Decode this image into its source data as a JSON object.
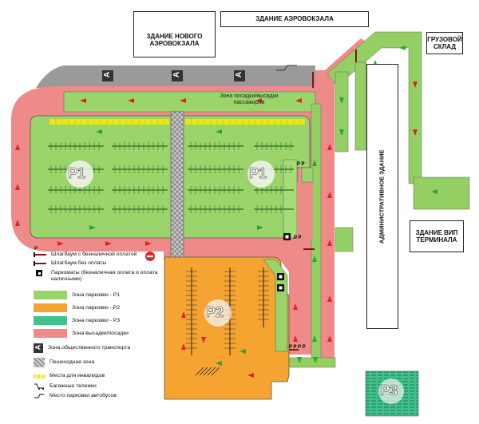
{
  "buildings": {
    "terminal": "ЗДАНИЕ АЭРОВОКЗАЛА",
    "new_terminal": "ЗДАНИЕ НОВОГО АЭРОВОКЗАЛА",
    "cargo": "ГРУЗОВОЙ СКЛАД",
    "admin": "АДМИНИСТРАТИВНОЕ ЗДАНИЕ",
    "vip": "ЗДАНИЕ ВИП ТЕРМИНАЛА"
  },
  "zones": {
    "dropoff_label": "Зона посадки/высадки пассажиров",
    "p1": "P1",
    "p2": "P2",
    "p3": "P3",
    "transit_stop": "A"
  },
  "legend": [
    {
      "key": "barrier_cashless",
      "symbol": "P",
      "text": "Шлагбаум с безналичной оплатой"
    },
    {
      "key": "barrier_free",
      "text": "Шлагбаум без оплаты"
    },
    {
      "key": "pay_machine",
      "text": "Паркоматы (безналичная оплата и оплата наличными)"
    },
    {
      "key": "zone_p1",
      "color": "#9bd46a",
      "text": "Зона парковки - P1"
    },
    {
      "key": "zone_p2",
      "color": "#f5a431",
      "text": "Зона парковки - P2"
    },
    {
      "key": "zone_p3",
      "color": "#3fc28c",
      "text": "Зона парковки - P3"
    },
    {
      "key": "dropoff",
      "color": "#ee8a88",
      "text": "Зона высадки/посадки"
    },
    {
      "key": "transit",
      "symbol": "A",
      "text": "Зона общественного транспорта"
    },
    {
      "key": "pedestrian",
      "text": "Пешеходная зона"
    },
    {
      "key": "disabled",
      "text": "Места для инвалидов"
    },
    {
      "key": "trolleys",
      "text": "Багажные тележки"
    },
    {
      "key": "bus",
      "text": "Место парковки автобусов"
    }
  ],
  "colors": {
    "p1": "#9bd46a",
    "p2": "#f5a431",
    "p3": "#3fc28c",
    "road": "#ee8a88",
    "lane_green": "#93cf63",
    "transit": "#9a9a9a",
    "arrow_red": "#d8262a",
    "arrow_green": "#2fa32f",
    "disabled_yellow": "#f4e600"
  }
}
